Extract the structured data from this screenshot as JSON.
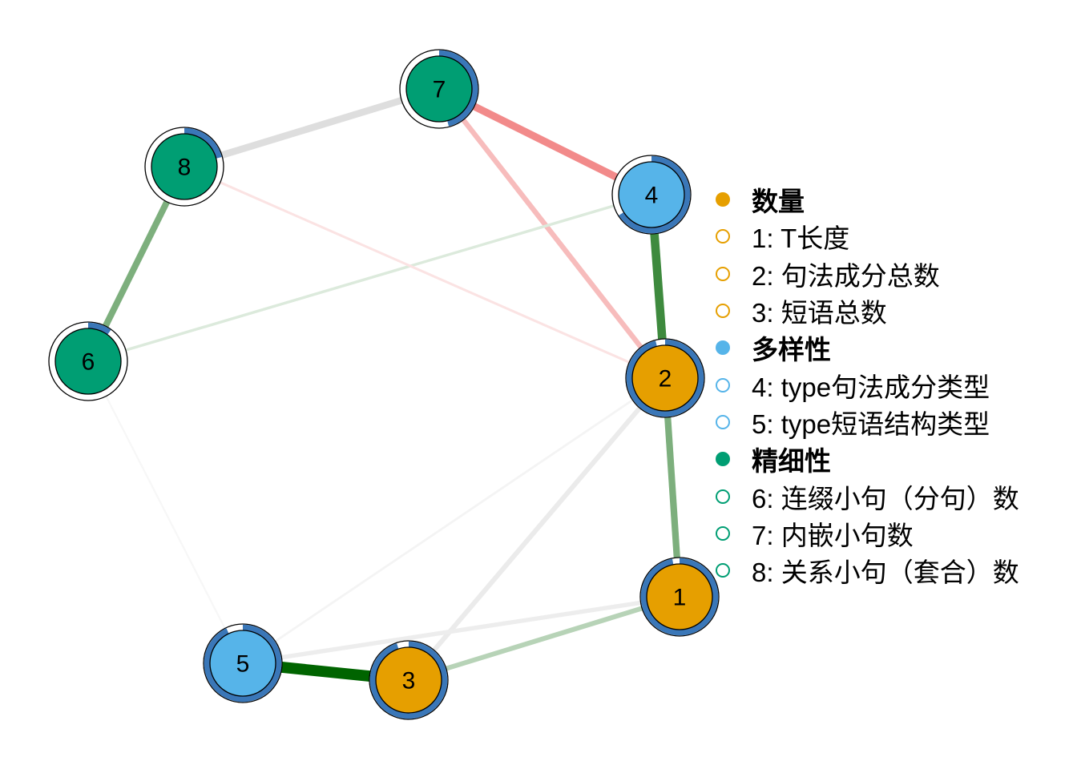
{
  "groups": [
    {
      "name": "数量",
      "color": "#E69F00"
    },
    {
      "name": "多样性",
      "color": "#56B4E9"
    },
    {
      "name": "精细性",
      "color": "#009E73"
    }
  ],
  "nodes": [
    {
      "id": "1",
      "legend": "1: T长度",
      "group": 0,
      "pie": 0.97
    },
    {
      "id": "2",
      "legend": "2: 句法成分总数",
      "group": 0,
      "pie": 0.96
    },
    {
      "id": "3",
      "legend": "3: 短语总数",
      "group": 0,
      "pie": 0.95
    },
    {
      "id": "4",
      "legend": "4: type句法成分类型",
      "group": 1,
      "pie": 0.66
    },
    {
      "id": "5",
      "legend": "5: type短语结构类型",
      "group": 1,
      "pie": 0.93
    },
    {
      "id": "6",
      "legend": "6: 连缀小句（分句）数",
      "group": 2,
      "pie": 0.1
    },
    {
      "id": "7",
      "legend": "7: 内嵌小句数",
      "group": 2,
      "pie": 0.46
    },
    {
      "id": "8",
      "legend": "8: 关系小句（套合）数",
      "group": 2,
      "pie": 0.21
    }
  ],
  "edges": [
    {
      "from": "5",
      "to": "3",
      "color": "#006400",
      "weight": 0.95
    },
    {
      "from": "4",
      "to": "2",
      "color": "#3E8A3E",
      "weight": 0.7
    },
    {
      "from": "2",
      "to": "1",
      "color": "#7DAF7D",
      "weight": 0.52
    },
    {
      "from": "8",
      "to": "6",
      "color": "#7DAF7D",
      "weight": 0.5
    },
    {
      "from": "7",
      "to": "4",
      "color": "#F28A8A",
      "weight": 0.6
    },
    {
      "from": "7",
      "to": "2",
      "color": "#F7BCBC",
      "weight": 0.38
    },
    {
      "from": "8",
      "to": "7",
      "color": "#DEDEDE",
      "weight": 0.55
    },
    {
      "from": "3",
      "to": "1",
      "color": "#B7D3B7",
      "weight": 0.35
    },
    {
      "from": "3",
      "to": "2",
      "color": "#EBEBEB",
      "weight": 0.35
    },
    {
      "from": "5",
      "to": "1",
      "color": "#EDEDED",
      "weight": 0.3
    },
    {
      "from": "5",
      "to": "2",
      "color": "#F4F4F4",
      "weight": 0.1
    },
    {
      "from": "6",
      "to": "4",
      "color": "#DCEADC",
      "weight": 0.15
    },
    {
      "from": "8",
      "to": "2",
      "color": "#FBE3E3",
      "weight": 0.12
    },
    {
      "from": "6",
      "to": "5",
      "color": "#F7F7F7",
      "weight": 0.06
    }
  ]
}
